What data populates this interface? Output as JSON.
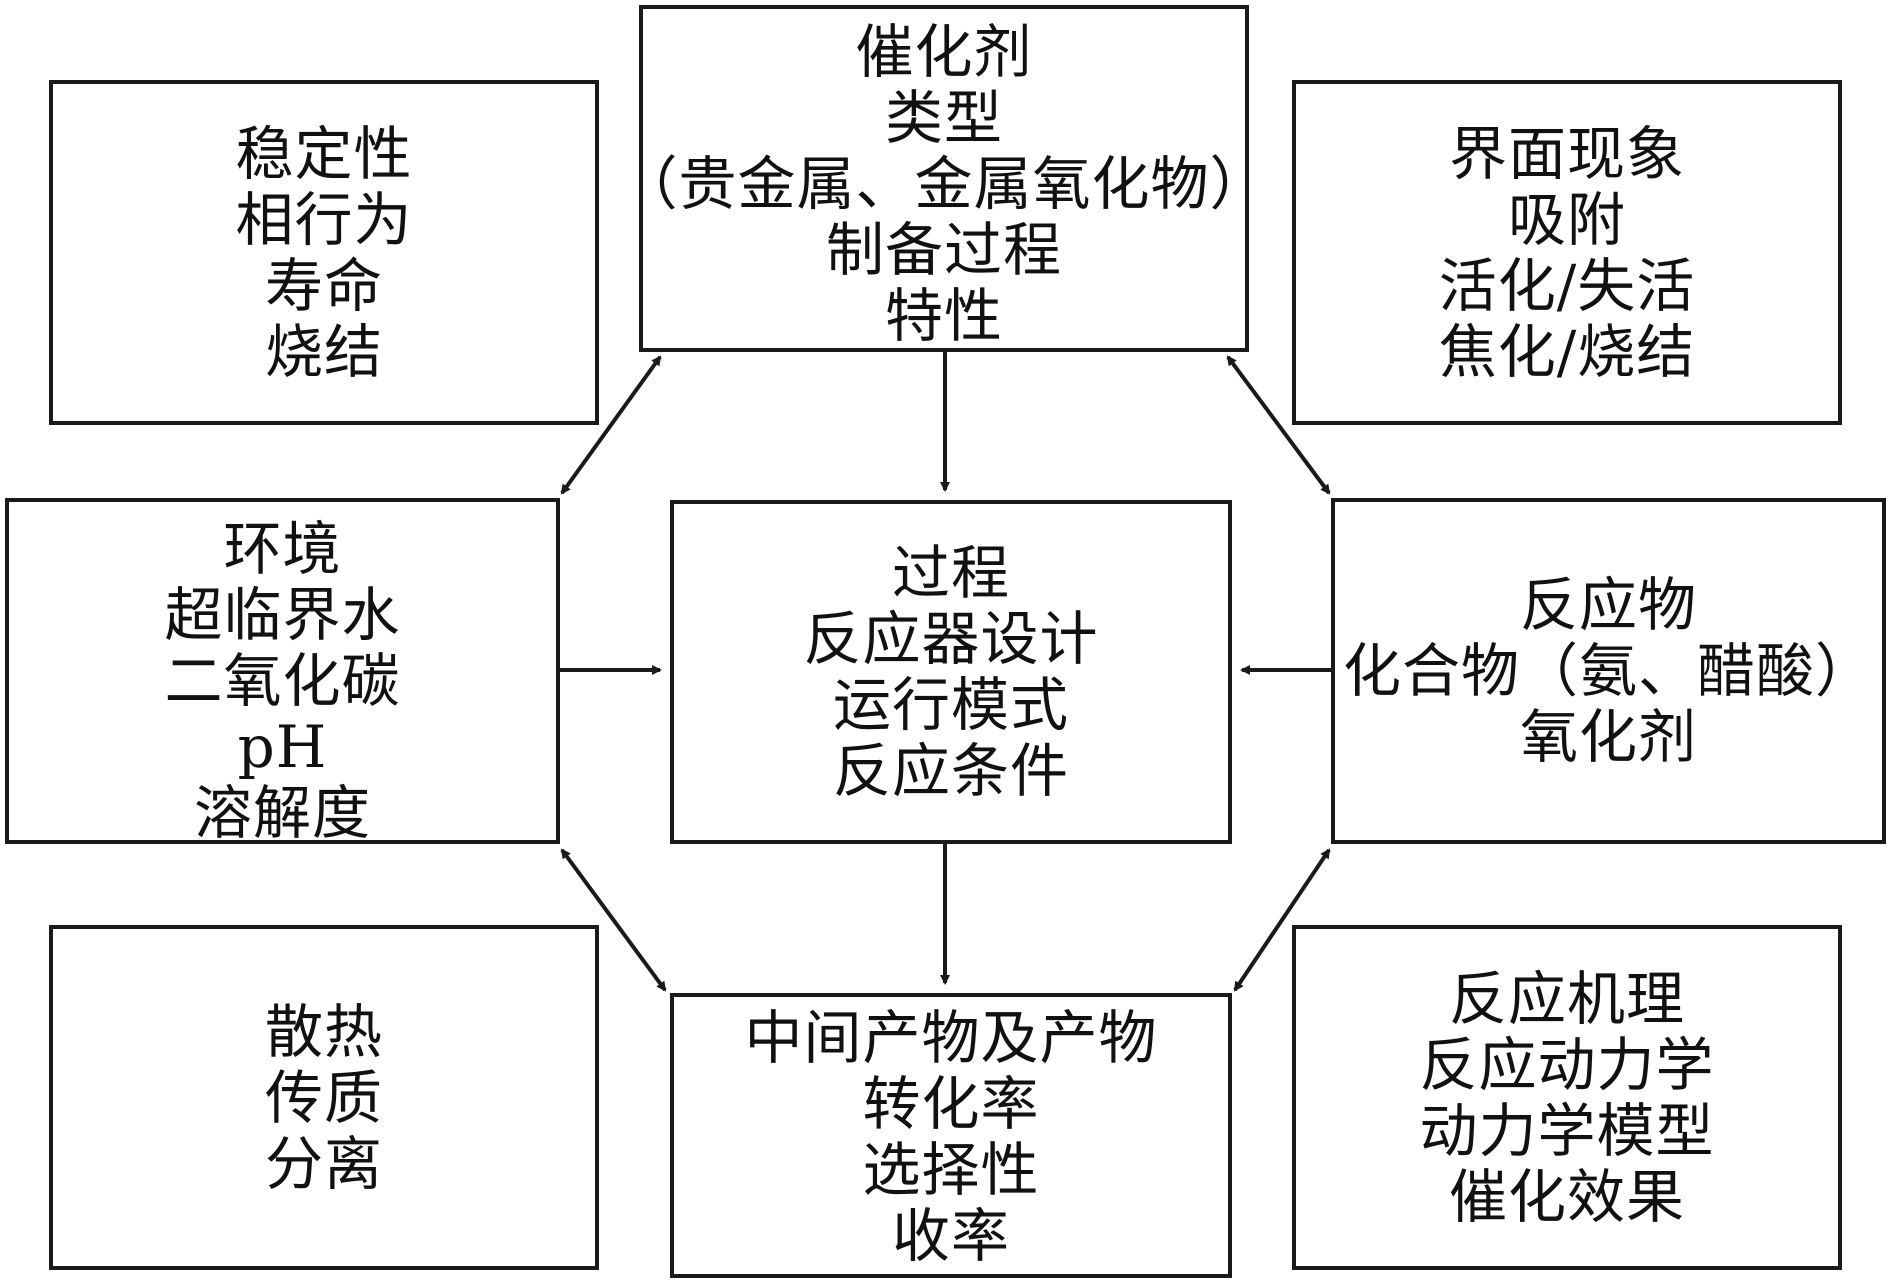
{
  "boxes": {
    "stability": {
      "title": "",
      "lines": [
        "稳定性",
        "相行为",
        "寿命",
        "烧结"
      ]
    },
    "catalyst": {
      "title": "催化剂",
      "lines": [
        "类型",
        "（贵金属、金属氧化物）",
        "制备过程",
        "特性"
      ]
    },
    "interface": {
      "title": "",
      "lines": [
        "界面现象",
        "吸附",
        "活化/失活",
        "焦化/烧结"
      ]
    },
    "environment": {
      "title": "环境",
      "lines": [
        "超临界水",
        "二氧化碳",
        "pH",
        "溶解度"
      ]
    },
    "process": {
      "title": "过程",
      "lines": [
        "反应器设计",
        "运行模式",
        "反应条件"
      ]
    },
    "reactants": {
      "title": "反应物",
      "lines": [
        "化合物（氨、醋酸）",
        "氧化剂"
      ]
    },
    "heat": {
      "title": "",
      "lines": [
        "散热",
        "传质",
        "分离"
      ]
    },
    "products": {
      "title": "中间产物及产物",
      "lines": [
        "转化率",
        "选择性",
        "收率"
      ]
    },
    "kinetics": {
      "title": "",
      "lines": [
        "反应机理",
        "反应动力学",
        "动力学模型",
        "催化效果"
      ]
    }
  },
  "colors": {
    "border": "#1a1a1a",
    "arrow": "#1a1a1a",
    "text": "#111111",
    "background": "#ffffff"
  }
}
